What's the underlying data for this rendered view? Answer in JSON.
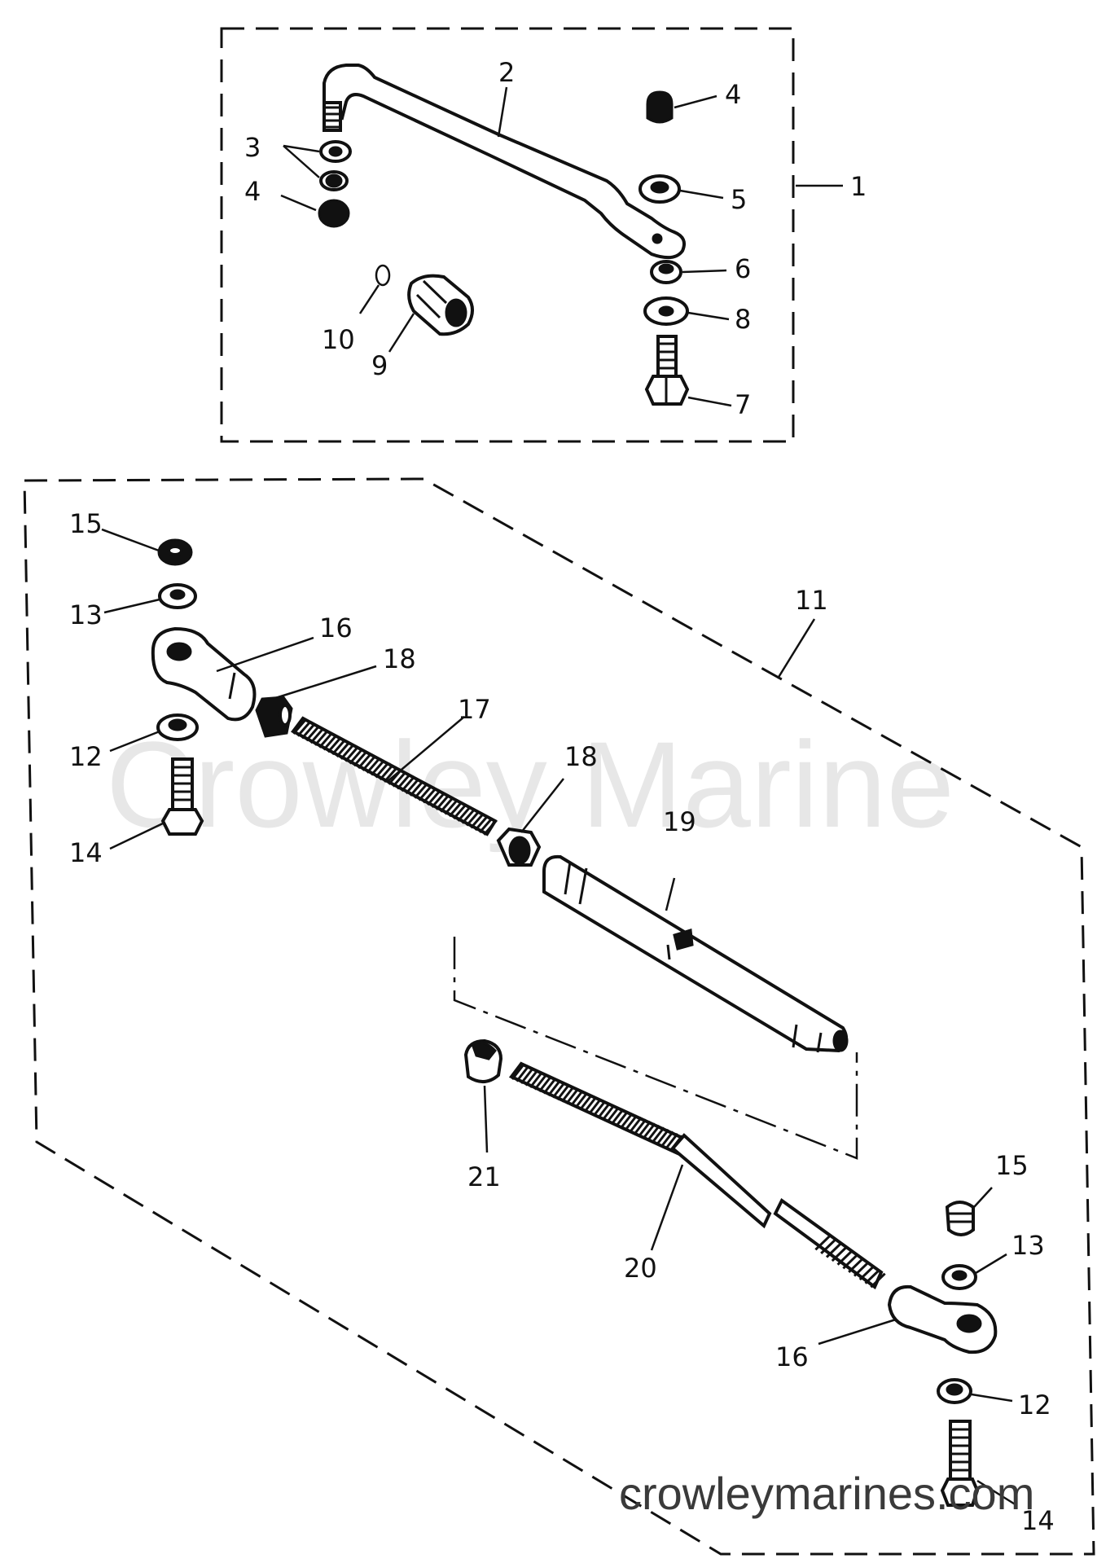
{
  "watermark": "Crowley Marine",
  "website": "crowleymarines.com",
  "callouts": {
    "c1": "1",
    "c2": "2",
    "c3": "3",
    "c4a": "4",
    "c4b": "4",
    "c5": "5",
    "c6": "6",
    "c7": "7",
    "c8": "8",
    "c9": "9",
    "c10": "10",
    "c11": "11",
    "c12a": "12",
    "c12b": "12",
    "c13a": "13",
    "c13b": "13",
    "c14a": "14",
    "c14b": "14",
    "c15a": "15",
    "c15b": "15",
    "c16a": "16",
    "c16b": "16",
    "c17": "17",
    "c18a": "18",
    "c18b": "18",
    "c19": "19",
    "c20": "20",
    "c21": "21"
  }
}
